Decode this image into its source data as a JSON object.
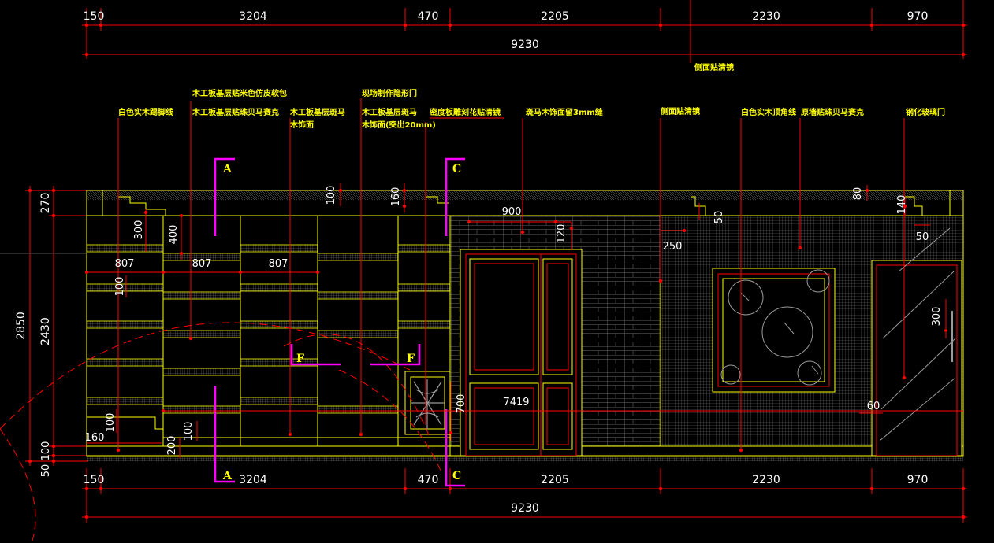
{
  "drawing": {
    "top_dimensions": [
      "150",
      "3204",
      "470",
      "2205",
      "2230",
      "970"
    ],
    "top_total": "9230",
    "bottom_dimensions": [
      "150",
      "3204",
      "470",
      "2205",
      "2230",
      "970"
    ],
    "bottom_total": "9230",
    "left_dimensions": {
      "overall": "2850",
      "top": "270",
      "middle": "2430",
      "bottom_a": "100",
      "bottom_b": "50"
    },
    "annotations": {
      "side_mirror_top": "侧面贴清镜",
      "white_wood_baseboard": "白色实木踢脚线",
      "wood_board_white_leather": "木工板基层贴米色仿皮软包",
      "wood_board_shell_mosaic": "木工板基层贴珠贝马赛克",
      "wood_board_zebra_l1": "木工板基层斑马",
      "wood_board_zebra_l2": "木饰面",
      "onsite_hidden_door": "现场制作隐形门",
      "wood_board_zebra_raised_l1": "木工板基层斑马",
      "wood_board_zebra_raised_l2": "木饰面(突出20mm)",
      "density_board_mirror": "密度板雕刻花贴清镜",
      "zebra_wood_3mm_seam": "斑马木饰面留3mm缝",
      "side_mirror": "侧面贴清镜",
      "white_wood_top_line": "白色实木顶角线",
      "original_wall_mosaic": "原墙贴珠贝马赛克",
      "tempered_glass_door": "钢化玻璃门"
    },
    "section_marks": {
      "a_top": "A",
      "a_bottom": "A",
      "c_top": "C",
      "c_bottom": "C",
      "f_left": "F",
      "f_right": "F"
    },
    "inner_dimensions": {
      "d300": "300",
      "d400": "400",
      "d807a": "807",
      "d807b": "807",
      "d807c": "807",
      "d100a": "100",
      "d100b": "100",
      "d100c": "100",
      "d160": "160",
      "d200": "200",
      "d100top": "100",
      "d160top": "160",
      "d900": "900",
      "d120": "120",
      "d250": "250",
      "d50a": "50",
      "d80": "80",
      "d140": "140",
      "d50b": "50",
      "d300r": "300",
      "d700": "700",
      "d7419": "7419",
      "d60": "60"
    },
    "colors": {
      "background": "#000000",
      "dimension_line": "#ff0000",
      "outline": "#ffff00",
      "text": "#ffffff",
      "annotation": "#ffff00",
      "section_mark": "#ff00ff",
      "door": "#ff0000",
      "hatch": "#9a9a9a"
    }
  }
}
